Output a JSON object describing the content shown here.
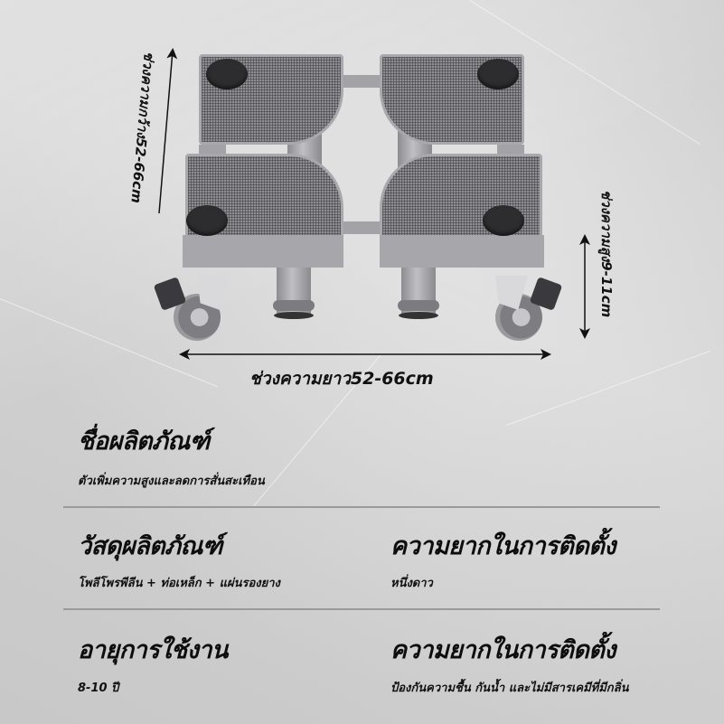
{
  "dimensions": {
    "width_label": "ช่วงความกว้าง52-66cm",
    "height_label": "ช่วงความสูง9-11cm",
    "length_label": "ช่วงความยาว52-66cm"
  },
  "product_image": {
    "description": "adjustable washing machine base stand with 4 rubber pads, 4 height-adjustable legs and 2 locking caster wheels",
    "colors": {
      "frame": "#a3a3a7",
      "deck": "#8f8f93",
      "pad": "#2d2d30"
    }
  },
  "specs": {
    "product_name": {
      "title": "ชื่อผลิตภัณฑ์",
      "value": "ตัวเพิ่มความสูงและลดการสั่นสะเทือน"
    },
    "material": {
      "title": "วัสดุผลิตภัณฑ์",
      "value": "โพลีโพรพีลีน + ท่อเหล็ก + แผ่นรองยาง"
    },
    "install_difficulty": {
      "title": "ความยากในการติดตั้ง",
      "value": "หนึ่งดาว"
    },
    "lifespan": {
      "title": "อายุการใช้งาน",
      "value": "8-10 ปี"
    },
    "features": {
      "title": "ความยากในการติดตั้ง",
      "value": "ป้องกันความชื้น กันน้ำ และไม่มีสารเคมีที่มีกลิ่น"
    }
  },
  "colors": {
    "background": "#d4d4d4",
    "text": "#111111",
    "divider": "#9a9a9a"
  }
}
